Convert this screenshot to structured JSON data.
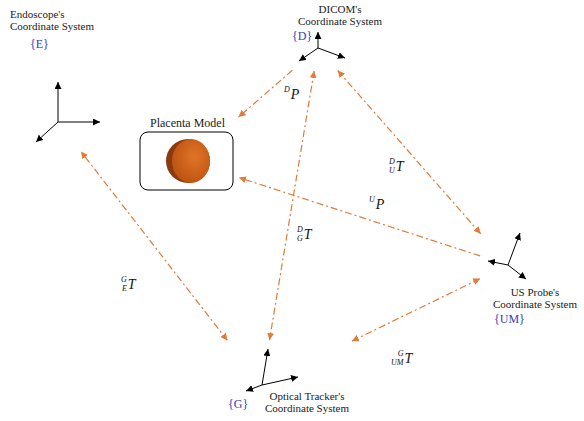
{
  "diagram": {
    "nodes": [
      {
        "text": [
          "Endoscope's Coordinate System",
          "{E}"
        ]
      },
      {
        "text": [
          "DICOM's Coordinate System",
          "{D}"
        ]
      },
      {
        "text": [
          "Placenta Model"
        ]
      },
      {
        "text": [
          "US Probe's Coordinate System",
          "{UM}"
        ]
      },
      {
        "text": [
          "Optical Tracker's Coordinate System",
          "{G}"
        ]
      }
    ],
    "edges": [
      {
        "from": 1,
        "to": 2,
        "label": "DP",
        "arrow": "to"
      },
      {
        "from": 1,
        "to": 3,
        "label": "DUT",
        "arrow": "both"
      },
      {
        "from": 3,
        "to": 2,
        "label": "UP",
        "arrow": "to"
      },
      {
        "from": 1,
        "to": 4,
        "label": "DGT",
        "arrow": "both"
      },
      {
        "from": 4,
        "to": 0,
        "label": "GET",
        "arrow": "both"
      },
      {
        "from": 4,
        "to": 3,
        "label": "GUMT",
        "arrow": "both"
      }
    ]
  }
}
